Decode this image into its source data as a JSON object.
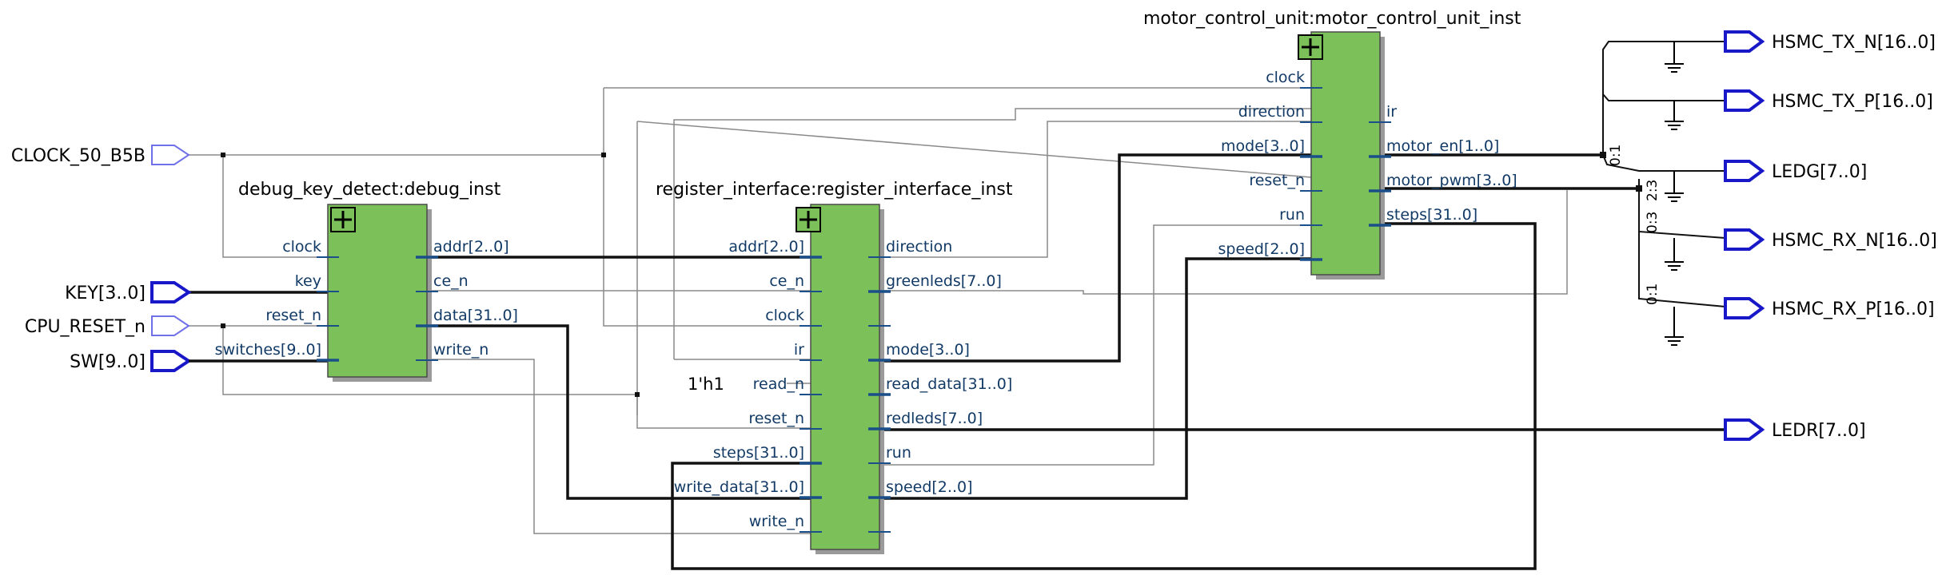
{
  "colors": {
    "block_fill": "#7cc05a",
    "block_stroke": "#4a4a4a",
    "shadow": "#9a9a9a",
    "thin_wire": "#8a8a8a",
    "bus_wire": "#111111",
    "port_label": "#123a66",
    "pin_stub": "#1a4f8a",
    "io_bus": "#1818c8",
    "io_single": "#7070e8"
  },
  "icons": [
    "expand-icon",
    "input-pin-icon",
    "output-pin-icon",
    "ground-icon"
  ],
  "blocks": {
    "debug": {
      "title": "debug_key_detect:debug_inst",
      "inputs": [
        "clock",
        "key",
        "reset_n",
        "switches[9..0]"
      ],
      "outputs": [
        "addr[2..0]",
        "ce_n",
        "data[31..0]",
        "write_n"
      ]
    },
    "regif": {
      "title": "register_interface:register_interface_inst",
      "inputs": [
        "addr[2..0]",
        "ce_n",
        "clock",
        "ir",
        "read_n",
        "reset_n",
        "steps[31..0]",
        "write_data[31..0]",
        "write_n"
      ],
      "outputs": [
        "direction",
        "greenleds[7..0]",
        "",
        "mode[3..0]",
        "read_data[31..0]",
        "redleds[7..0]",
        "run",
        "speed[2..0]",
        ""
      ],
      "read_n_constant": "1'h1"
    },
    "motor": {
      "title": "motor_control_unit:motor_control_unit_inst",
      "inputs": [
        "clock",
        "direction",
        "mode[3..0]",
        "reset_n",
        "run",
        "speed[2..0]"
      ],
      "outputs": [
        "",
        "ir",
        "motor_en[1..0]",
        "motor_pwm[3..0]",
        "steps[31..0]",
        ""
      ]
    }
  },
  "inputs_io": [
    "CLOCK_50_B5B",
    "KEY[3..0]",
    "CPU_RESET_n",
    "SW[9..0]"
  ],
  "outputs_io": [
    "HSMC_TX_N[16..0]",
    "HSMC_TX_P[16..0]",
    "LEDG[7..0]",
    "HSMC_RX_N[16..0]",
    "HSMC_RX_P[16..0]",
    "LEDR[7..0]"
  ],
  "bus_slices": [
    "0:1",
    "2:3",
    "0:3",
    "0:1"
  ]
}
